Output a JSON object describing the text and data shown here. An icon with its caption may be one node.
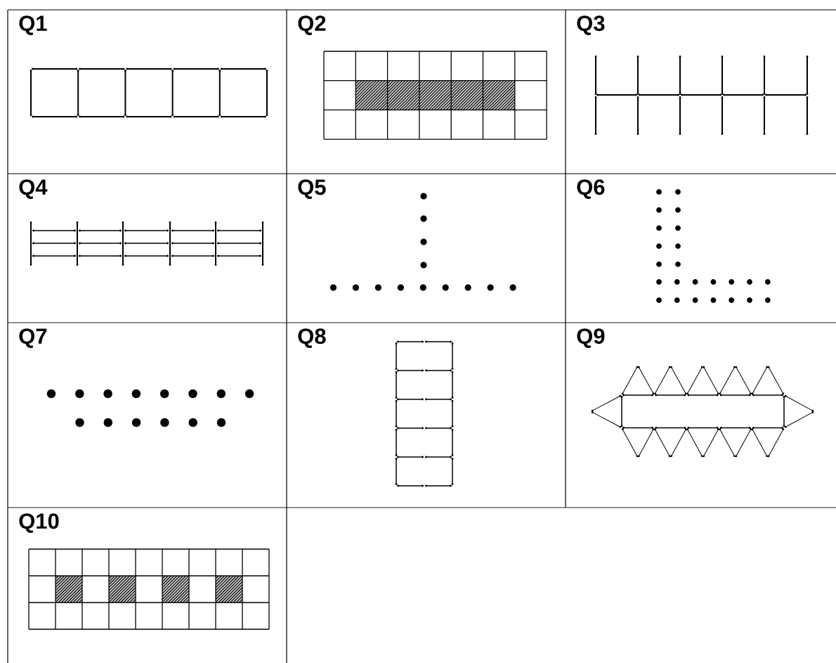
{
  "diagram": {
    "labels": [
      "Q1",
      "Q2",
      "Q3",
      "Q4",
      "Q5",
      "Q6",
      "Q7",
      "Q8",
      "Q9",
      "Q10"
    ]
  }
}
